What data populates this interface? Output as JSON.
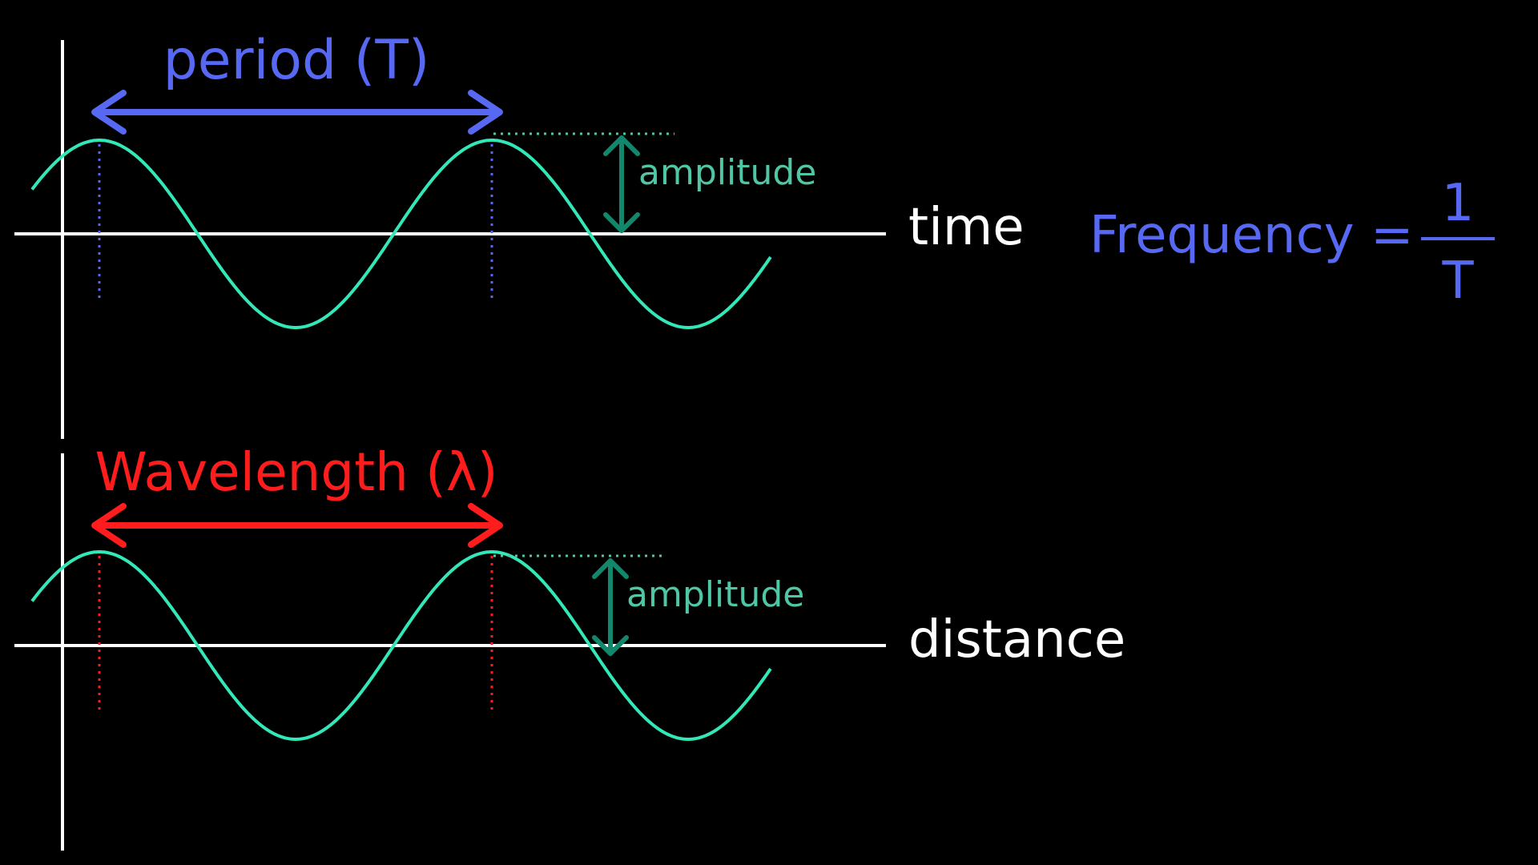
{
  "labels": {
    "period": "period (T)",
    "wavelength": "Wavelength (λ)",
    "amplitude_top": "amplitude",
    "amplitude_bottom": "amplitude",
    "time_axis": "time",
    "distance_axis": "distance",
    "frequency": "Frequency =",
    "numerator": "1",
    "denominator": "T"
  },
  "colors": {
    "background": "#000000",
    "axis": "#ffffff",
    "wave": "#33e8b8",
    "amplitude": "#13876c",
    "amplitude_text": "#4fc7a4",
    "period": "#5768f2",
    "wavelength": "#ff1c1c",
    "axis_text": "#ffffff"
  }
}
